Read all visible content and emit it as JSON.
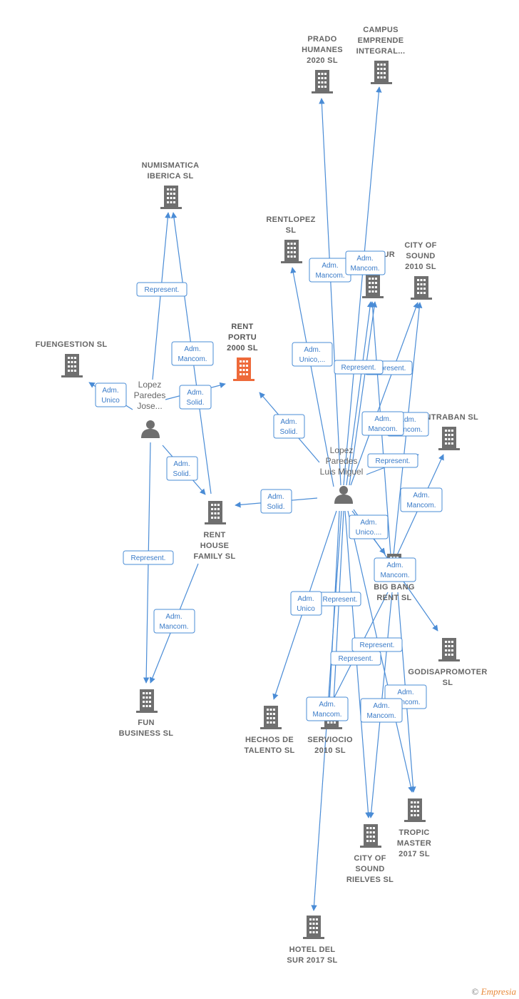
{
  "companies": {
    "prado": [
      "PRADO",
      "HUMANES",
      "2020  SL"
    ],
    "campus": [
      "CAMPUS",
      "EMPRENDE",
      "INTEGRAL..."
    ],
    "numismatica": [
      "NUMISMATICA",
      "IBERICA  SL"
    ],
    "rentlopez": [
      "RENTLOPEZ",
      "SL"
    ],
    "hostacur": [
      "HOSTACUR"
    ],
    "citysound2010": [
      "CITY OF",
      "SOUND",
      "2010 SL"
    ],
    "fuengestion": [
      "FUENGESTION SL"
    ],
    "rentportu": [
      "RENT",
      "PORTU",
      "2000  SL"
    ],
    "entraban": [
      "ENTRABAN SL"
    ],
    "renthouse": [
      "RENT",
      "HOUSE",
      "FAMILY SL"
    ],
    "bigbang": [
      "BIG BANG",
      "RENT  SL"
    ],
    "godisa": [
      "GODISAPROMOTER",
      "SL"
    ],
    "funbusiness": [
      "FUN",
      "BUSINESS SL"
    ],
    "hechos": [
      "HECHOS DE",
      "TALENTO  SL"
    ],
    "serviocio": [
      "SERVIOCIO",
      "2010 SL"
    ],
    "tropic": [
      "TROPIC",
      "MASTER",
      "2017  SL"
    ],
    "rielves": [
      "CITY OF",
      "SOUND",
      "RIELVES  SL"
    ],
    "hotel": [
      "HOTEL DEL",
      "SUR 2017  SL"
    ]
  },
  "persons": {
    "jose": [
      "Lopez",
      "Paredes",
      "Jose..."
    ],
    "luis": [
      "Lopez",
      "Paredes",
      "Luis Miguel"
    ]
  },
  "edge_labels": {
    "represent": "Represent.",
    "adm_mancom": [
      "Adm.",
      "Mancom."
    ],
    "adm_solid": [
      "Adm.",
      "Solid."
    ],
    "adm_unico": [
      "Adm.",
      "Unico"
    ],
    "adm_unico_trunc": [
      "Adm.",
      "Unico,..."
    ],
    "adm_unico_dots": [
      "Adm.",
      "Unico...."
    ]
  },
  "footer": {
    "copyright": "©",
    "brand": "Empresia"
  },
  "colors": {
    "edge": "#4a8cd6",
    "building": "#6f6f6f",
    "building_main": "#ee6a3a"
  }
}
